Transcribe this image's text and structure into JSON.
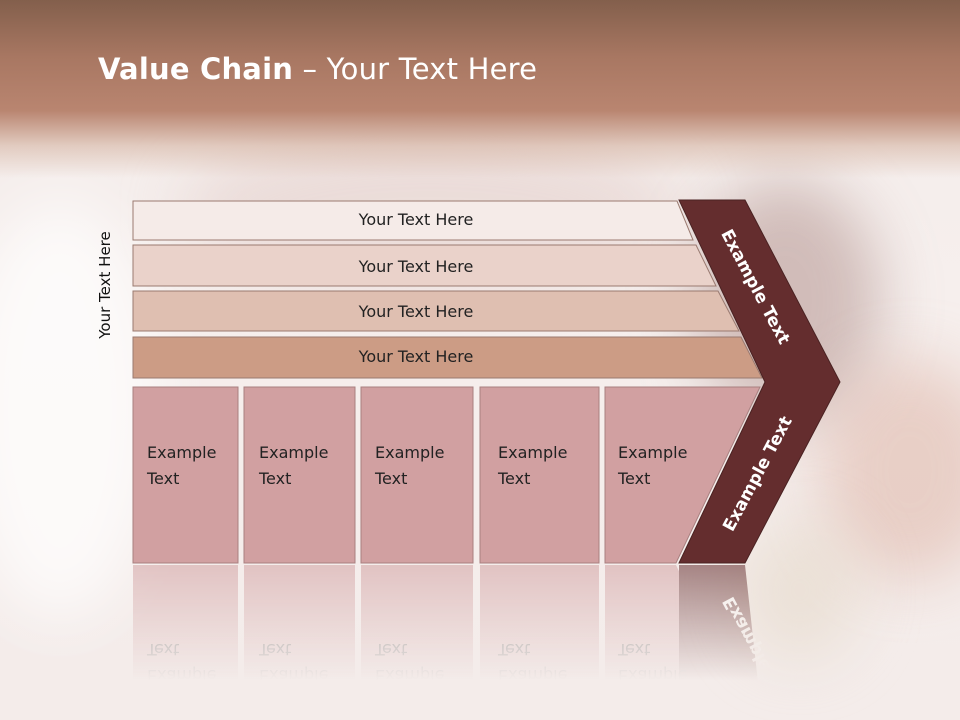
{
  "title": {
    "bold": "Value Chain",
    "rest": " – Your Text Here"
  },
  "side_label": "Your Text Here",
  "bars": [
    {
      "label": "Your Text Here",
      "fill": "#f5ebe8"
    },
    {
      "label": "Your Text Here",
      "fill": "#ead2ca"
    },
    {
      "label": "Your Text Here",
      "fill": "#dfbfb1"
    },
    {
      "label": "Your Text Here",
      "fill": "#cc9c85"
    }
  ],
  "boxes": [
    {
      "line1": "Example",
      "line2": "Text"
    },
    {
      "line1": "Example",
      "line2": "Text"
    },
    {
      "line1": "Example",
      "line2": "Text"
    },
    {
      "line1": "Example",
      "line2": "Text"
    },
    {
      "line1": "Example",
      "line2": "Text"
    }
  ],
  "chevron_top": "Example Text",
  "chevron_bottom": "Example Text",
  "colors": {
    "box": "#d1a0a1",
    "chevron": "#642d2e",
    "header": "#a87762"
  }
}
